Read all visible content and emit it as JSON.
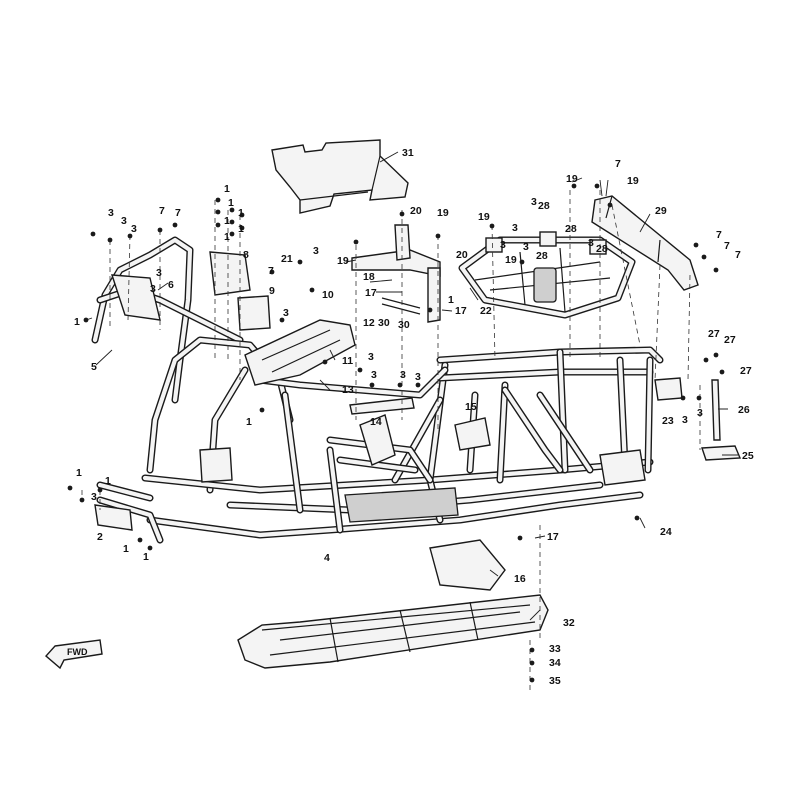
{
  "diagram": {
    "fwd_label": "FWD",
    "callouts": [
      {
        "id": "c31",
        "text": "31"
      },
      {
        "id": "c19a",
        "text": "19"
      },
      {
        "id": "c7a",
        "text": "7"
      },
      {
        "id": "c19b",
        "text": "19"
      },
      {
        "id": "c1a",
        "text": "1"
      },
      {
        "id": "c1b",
        "text": "1"
      },
      {
        "id": "c1c",
        "text": "1"
      },
      {
        "id": "c1d",
        "text": "1"
      },
      {
        "id": "c1e",
        "text": "1"
      },
      {
        "id": "c1f",
        "text": "1"
      },
      {
        "id": "c3a",
        "text": "3"
      },
      {
        "id": "c3b",
        "text": "3"
      },
      {
        "id": "c3c",
        "text": "3"
      },
      {
        "id": "c7b",
        "text": "7"
      },
      {
        "id": "c7c",
        "text": "7"
      },
      {
        "id": "c20a",
        "text": "20"
      },
      {
        "id": "c19c",
        "text": "19"
      },
      {
        "id": "c19d",
        "text": "19"
      },
      {
        "id": "c3d",
        "text": "3"
      },
      {
        "id": "c28a",
        "text": "28"
      },
      {
        "id": "c3e",
        "text": "3"
      },
      {
        "id": "c28b",
        "text": "28"
      },
      {
        "id": "c29",
        "text": "29"
      },
      {
        "id": "c20b",
        "text": "20"
      },
      {
        "id": "c3f",
        "text": "3"
      },
      {
        "id": "c3g",
        "text": "3"
      },
      {
        "id": "c19e",
        "text": "19"
      },
      {
        "id": "c28c",
        "text": "28"
      },
      {
        "id": "c3h",
        "text": "3"
      },
      {
        "id": "c28d",
        "text": "28"
      },
      {
        "id": "c7d",
        "text": "7"
      },
      {
        "id": "c7e",
        "text": "7"
      },
      {
        "id": "c7f",
        "text": "7"
      },
      {
        "id": "c8",
        "text": "8"
      },
      {
        "id": "c7g",
        "text": "7"
      },
      {
        "id": "c3i",
        "text": "3"
      },
      {
        "id": "c21",
        "text": "21"
      },
      {
        "id": "c3j",
        "text": "3"
      },
      {
        "id": "c19f",
        "text": "19"
      },
      {
        "id": "c18",
        "text": "18"
      },
      {
        "id": "c17a",
        "text": "17"
      },
      {
        "id": "c3k",
        "text": "3"
      },
      {
        "id": "c6",
        "text": "6"
      },
      {
        "id": "c9",
        "text": "9"
      },
      {
        "id": "c10",
        "text": "10"
      },
      {
        "id": "c3l",
        "text": "3"
      },
      {
        "id": "c1g",
        "text": "1"
      },
      {
        "id": "c12",
        "text": "12"
      },
      {
        "id": "c30a",
        "text": "30"
      },
      {
        "id": "c30b",
        "text": "30"
      },
      {
        "id": "c1h",
        "text": "1"
      },
      {
        "id": "c17b",
        "text": "17"
      },
      {
        "id": "c22",
        "text": "22"
      },
      {
        "id": "c5",
        "text": "5"
      },
      {
        "id": "c11",
        "text": "11"
      },
      {
        "id": "c3m",
        "text": "3"
      },
      {
        "id": "c13",
        "text": "13"
      },
      {
        "id": "c3n",
        "text": "3"
      },
      {
        "id": "c3o",
        "text": "3"
      },
      {
        "id": "c3p",
        "text": "3"
      },
      {
        "id": "c27a",
        "text": "27"
      },
      {
        "id": "c27b",
        "text": "27"
      },
      {
        "id": "c27c",
        "text": "27"
      },
      {
        "id": "c14",
        "text": "14"
      },
      {
        "id": "c15",
        "text": "15"
      },
      {
        "id": "c1i",
        "text": "1"
      },
      {
        "id": "c23",
        "text": "23"
      },
      {
        "id": "c3q",
        "text": "3"
      },
      {
        "id": "c3r",
        "text": "3"
      },
      {
        "id": "c26",
        "text": "26"
      },
      {
        "id": "c25",
        "text": "25"
      },
      {
        "id": "c1j",
        "text": "1"
      },
      {
        "id": "c1k",
        "text": "1"
      },
      {
        "id": "c3s",
        "text": "3"
      },
      {
        "id": "c2",
        "text": "2"
      },
      {
        "id": "c1l",
        "text": "1"
      },
      {
        "id": "c1m",
        "text": "1"
      },
      {
        "id": "c4",
        "text": "4"
      },
      {
        "id": "c24",
        "text": "24"
      },
      {
        "id": "c17c",
        "text": "17"
      },
      {
        "id": "c16",
        "text": "16"
      },
      {
        "id": "c32",
        "text": "32"
      },
      {
        "id": "c33",
        "text": "33"
      },
      {
        "id": "c34",
        "text": "34"
      },
      {
        "id": "c35",
        "text": "35"
      }
    ]
  }
}
